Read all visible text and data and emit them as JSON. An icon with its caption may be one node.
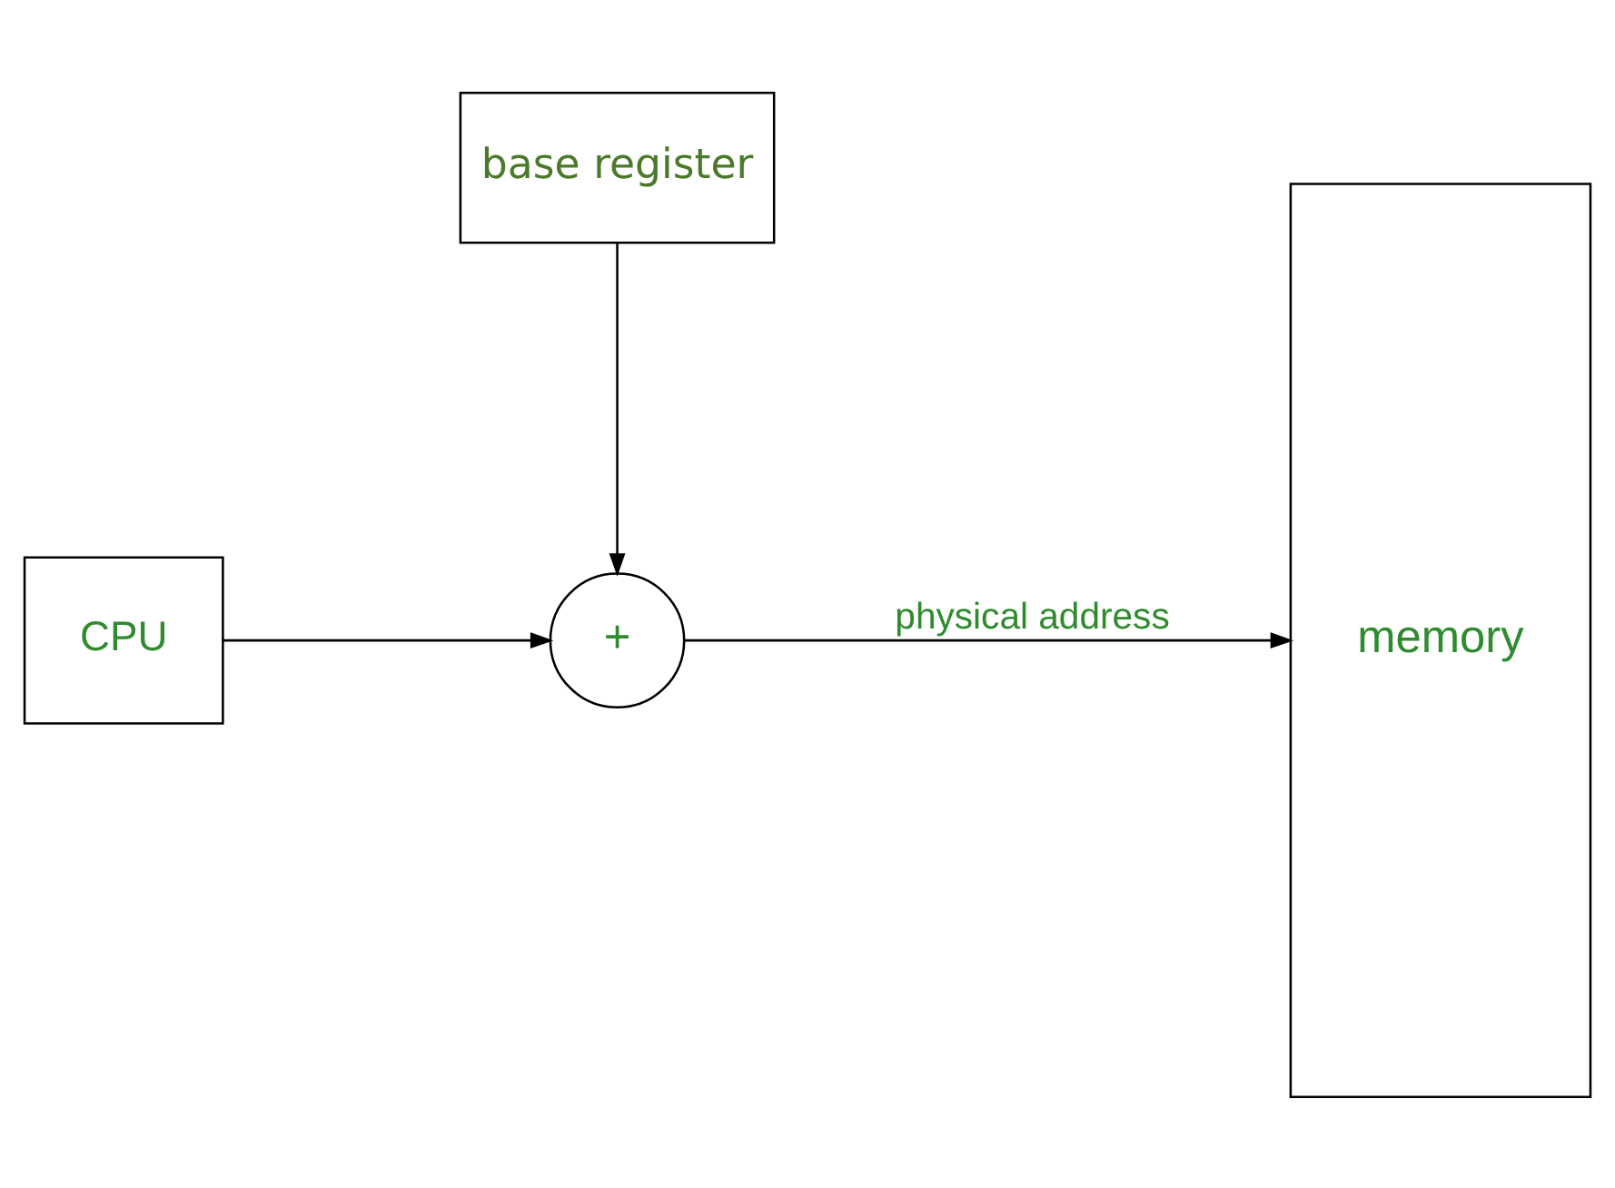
{
  "diagram": {
    "nodes": [
      {
        "text": [
          "base register"
        ]
      },
      {
        "text": [
          "CPU"
        ]
      },
      {
        "text": [
          "+"
        ]
      },
      {
        "text": [
          "memory"
        ]
      }
    ],
    "edges": [
      {
        "from": 0,
        "to": 2,
        "arrow": "to"
      },
      {
        "from": 1,
        "to": 2,
        "arrow": "to"
      },
      {
        "from": 2,
        "to": 3,
        "arrow": "to",
        "label": "physical address"
      }
    ]
  }
}
